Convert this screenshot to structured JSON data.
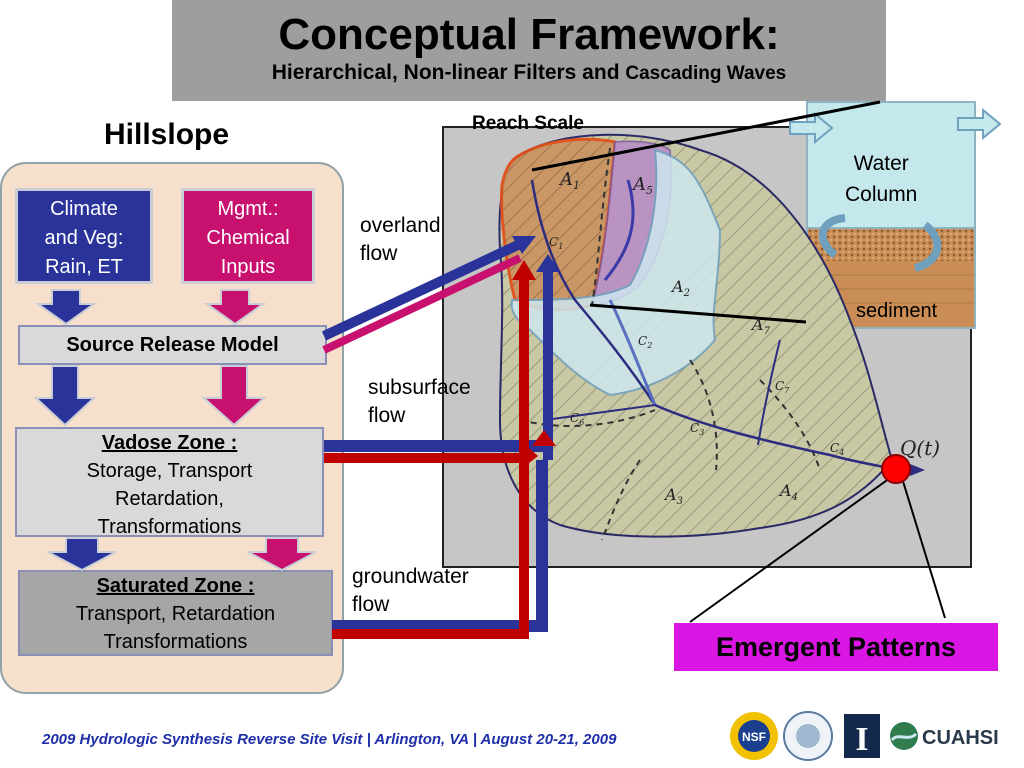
{
  "title": {
    "main": "Conceptual Framework:",
    "sub_a": "Hierarchical, Non-linear Filters and",
    "sub_b": "Cascading Waves"
  },
  "hillslope": {
    "label": "Hillslope",
    "climate": [
      "Climate",
      "and Veg:",
      "Rain, ET"
    ],
    "mgmt": [
      "Mgmt.:",
      "Chemical",
      "Inputs"
    ],
    "source_release": "Source Release Model",
    "vadose": {
      "title": "Vadose Zone :",
      "lines": [
        "Storage, Transport",
        "Retardation,",
        "Transformations"
      ]
    },
    "saturated": {
      "title": "Saturated  Zone  :",
      "lines": [
        "Transport, Retardation",
        "Transformations"
      ]
    }
  },
  "flows": {
    "overland": [
      "overland",
      "flow"
    ],
    "subsurface": [
      "subsurface",
      "flow"
    ],
    "groundwater": [
      "groundwater",
      "flow"
    ]
  },
  "reach": {
    "label": "Reach Scale",
    "water_column": [
      "Water",
      "Column"
    ],
    "sediment": "sediment"
  },
  "map_labels": {
    "a1": "A",
    "a1_sub": "1",
    "a5": "A",
    "a5_sub": "5",
    "a2": "A",
    "a2_sub": "2",
    "a7": "A",
    "a7_sub": "7",
    "a3": "A",
    "a3_sub": "3",
    "a4": "A",
    "a4_sub": "4",
    "c1": "C",
    "c1_sub": "1",
    "c2": "C",
    "c2_sub": "2",
    "c3": "C",
    "c3_sub": "3",
    "c4": "C",
    "c4_sub": "4",
    "c6": "C",
    "c6_sub": "6",
    "c7": "C",
    "c7_sub": "7",
    "qt": "Q(t)"
  },
  "emergent": "Emergent Patterns",
  "footer": "2009 Hydrologic Synthesis Reverse Site Visit | Arlington, VA | August 20-21, 2009",
  "logos": {
    "nsf": "NSF",
    "cuahsi": "CUAHSI",
    "illinois": "I"
  },
  "colors": {
    "navy": "#29339a",
    "magenta": "#c8106e",
    "red": "#c00000",
    "title_bg": "#9e9e9e",
    "panel_bg": "#f6dfcb",
    "emergent_bg": "#d916e3",
    "footer_text": "#1f2fa8"
  }
}
